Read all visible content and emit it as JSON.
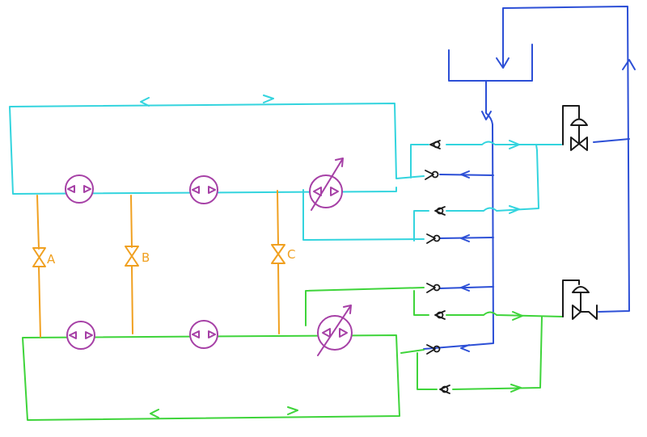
{
  "colors": {
    "cyan_loop": "#33d4de",
    "green_loop": "#3ed43a",
    "blue_supply": "#2c4fd6",
    "orange_link": "#f0a020",
    "pump": "#a640a6",
    "valve_dark": "#1a1a1a"
  },
  "valves": {
    "a_label": "A",
    "b_label": "B",
    "c_label": "C"
  }
}
